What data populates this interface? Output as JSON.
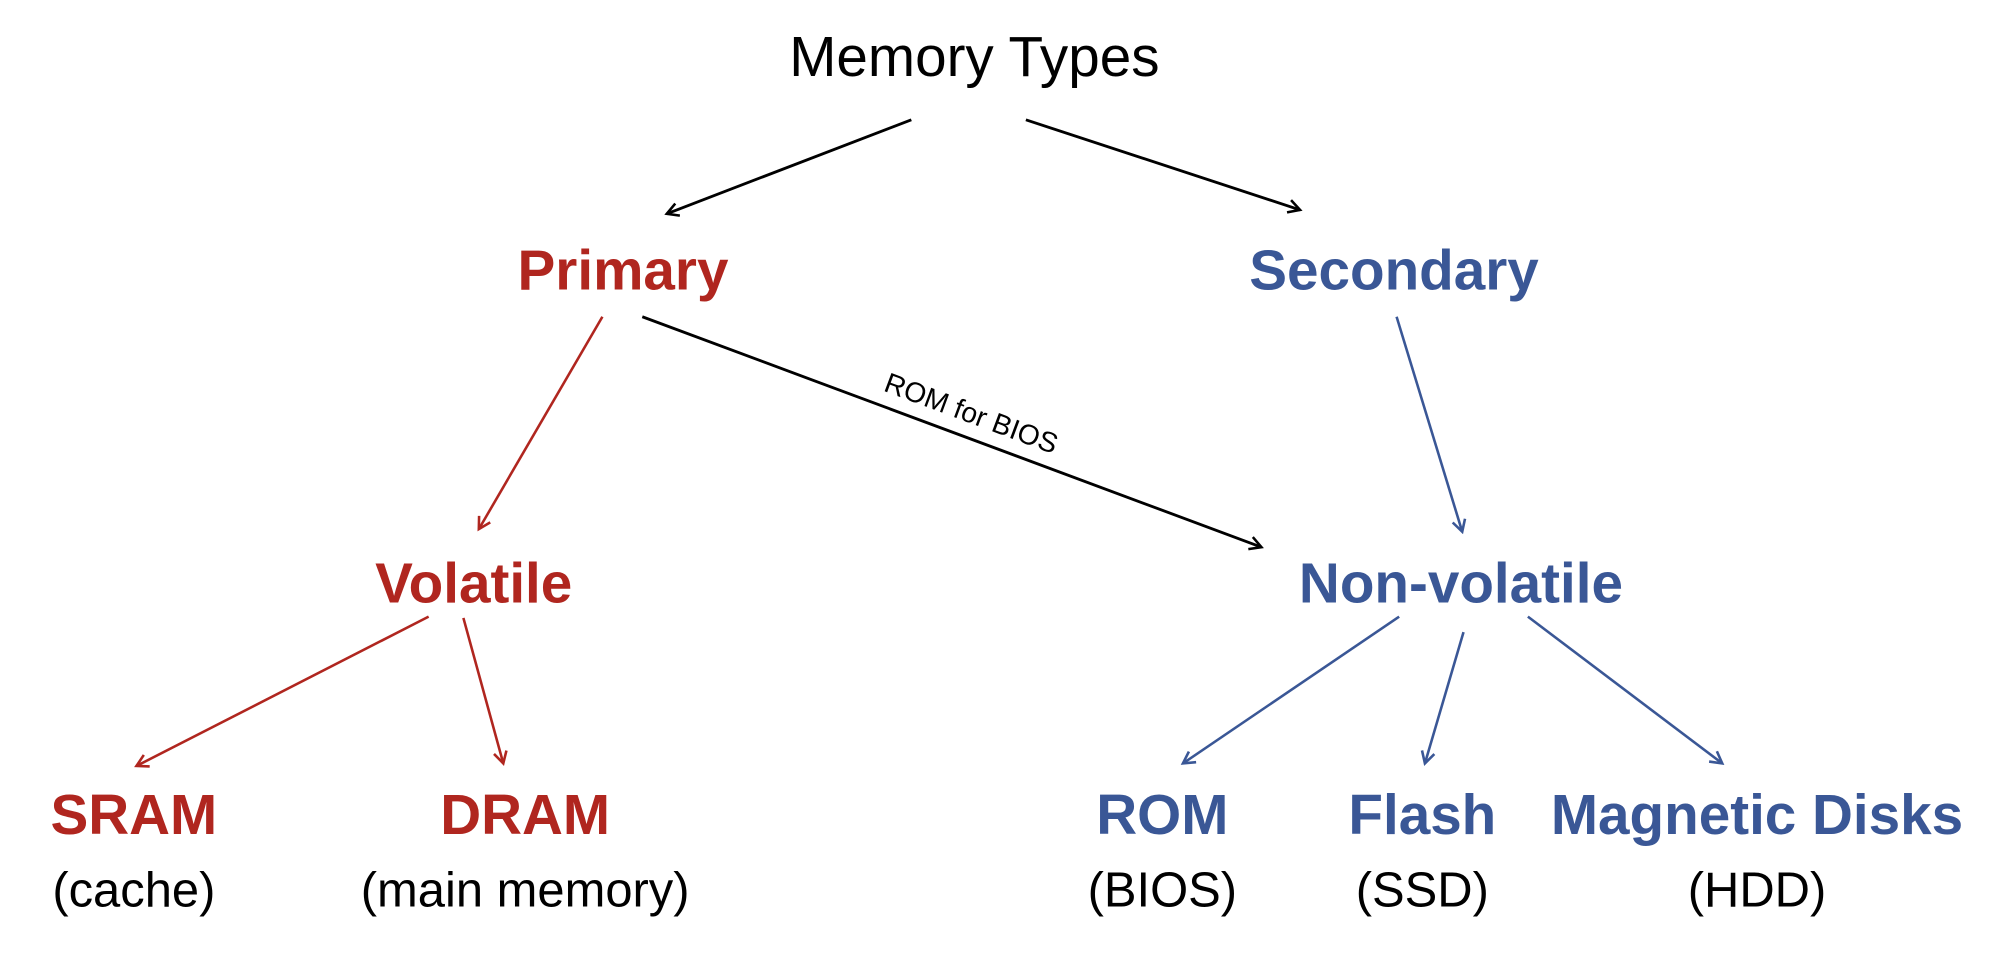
{
  "colors": {
    "primary": "#B0261F",
    "secondary": "#3A5796",
    "neutral": "#000000"
  },
  "title": "Memory Types",
  "nodes": {
    "primary": "Primary",
    "secondary": "Secondary",
    "volatile": "Volatile",
    "nonvolatile": "Non-volatile",
    "sram": {
      "label": "SRAM",
      "sub": "(cache)"
    },
    "dram": {
      "label": "DRAM",
      "sub": "(main memory)"
    },
    "rom": {
      "label": "ROM",
      "sub": "(BIOS)"
    },
    "flash": {
      "label": "Flash",
      "sub": "(SSD)"
    },
    "disks": {
      "label": "Magnetic Disks",
      "sub": "(HDD)"
    }
  },
  "edges": [
    {
      "from": "title",
      "to": "primary",
      "color": "neutral"
    },
    {
      "from": "title",
      "to": "secondary",
      "color": "neutral"
    },
    {
      "from": "primary",
      "to": "volatile",
      "color": "primary"
    },
    {
      "from": "primary",
      "to": "nonvolatile",
      "color": "neutral",
      "label": "ROM for BIOS"
    },
    {
      "from": "secondary",
      "to": "nonvolatile",
      "color": "secondary"
    },
    {
      "from": "volatile",
      "to": "sram",
      "color": "primary"
    },
    {
      "from": "volatile",
      "to": "dram",
      "color": "primary"
    },
    {
      "from": "nonvolatile",
      "to": "rom",
      "color": "secondary"
    },
    {
      "from": "nonvolatile",
      "to": "flash",
      "color": "secondary"
    },
    {
      "from": "nonvolatile",
      "to": "disks",
      "color": "secondary"
    }
  ],
  "edge_label": "ROM for BIOS"
}
